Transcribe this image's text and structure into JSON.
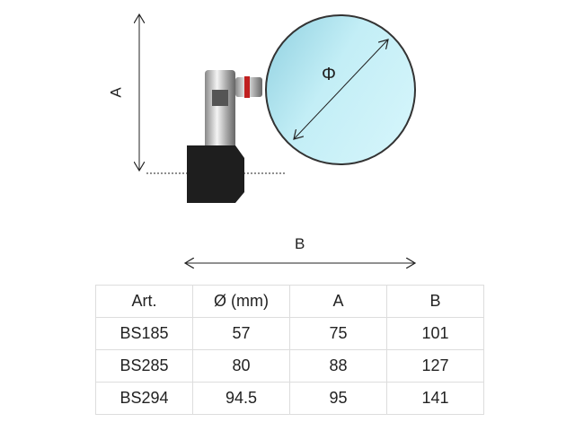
{
  "diagram": {
    "label_a": "A",
    "label_b": "B",
    "label_diameter": "Φ"
  },
  "table": {
    "headers": [
      "Art.",
      "Ø (mm)",
      "A",
      "B"
    ],
    "rows": [
      [
        "BS185",
        "57",
        "75",
        "101"
      ],
      [
        "BS285",
        "80",
        "88",
        "127"
      ],
      [
        "BS294",
        "94.5",
        "95",
        "141"
      ]
    ]
  }
}
